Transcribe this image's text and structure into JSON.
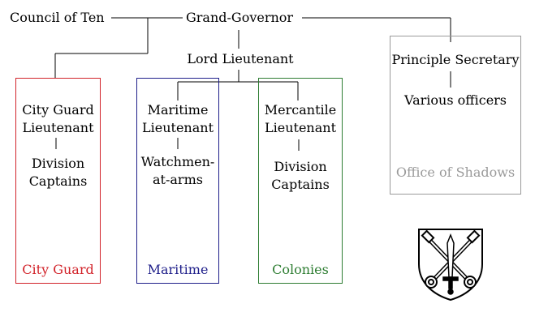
{
  "nodes": {
    "council": "Council of Ten",
    "grand_governor": "Grand-Governor",
    "lord_lieutenant": "Lord Lieutenant",
    "principle_secretary": "Principle Secretary",
    "various_officers": "Various officers",
    "city_guard_lieutenant": [
      "City Guard",
      "Lieutenant"
    ],
    "city_guard_division": [
      "Division",
      "Captains"
    ],
    "maritime_lieutenant": [
      "Maritime",
      "Lieutenant"
    ],
    "watchmen": [
      "Watchmen-",
      "at-arms"
    ],
    "mercantile_lieutenant": [
      "Mercantile",
      "Lieutenant"
    ],
    "colonies_division": [
      "Division",
      "Captains"
    ]
  },
  "groups": {
    "city_guard": {
      "label": "City Guard",
      "color": "#d2232a"
    },
    "maritime": {
      "label": "Maritime",
      "color": "#1f1f8a"
    },
    "colonies": {
      "label": "Colonies",
      "color": "#2e7d32"
    },
    "office_of_shadows": {
      "label": "Office of Shadows",
      "color": "#9a9a9a"
    }
  },
  "emblem": "crossed-keys-and-sword-shield-icon"
}
